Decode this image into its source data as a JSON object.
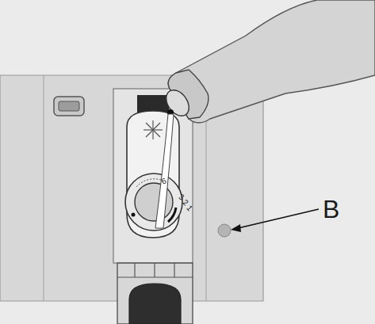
{
  "diagram": {
    "labels": [
      "B",
      "6",
      "3",
      "2",
      "1"
    ]
  }
}
